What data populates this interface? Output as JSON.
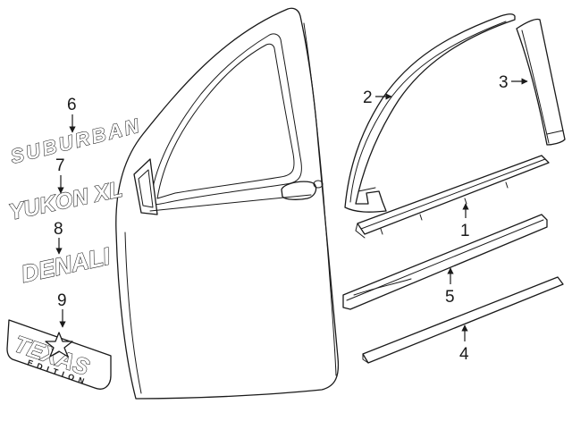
{
  "callouts": {
    "c1": "1",
    "c2": "2",
    "c3": "3",
    "c4": "4",
    "c5": "5",
    "c6": "6",
    "c7": "7",
    "c8": "8",
    "c9": "9"
  },
  "emblems": {
    "suburban": "SUBURBAN",
    "yukon_xl": "YUKON XL",
    "denali": "DENALI",
    "texas_edition_top": "TEXAS",
    "texas_edition_bottom": "EDITION"
  },
  "colors": {
    "line": "#1a1a1a",
    "background": "#ffffff"
  }
}
